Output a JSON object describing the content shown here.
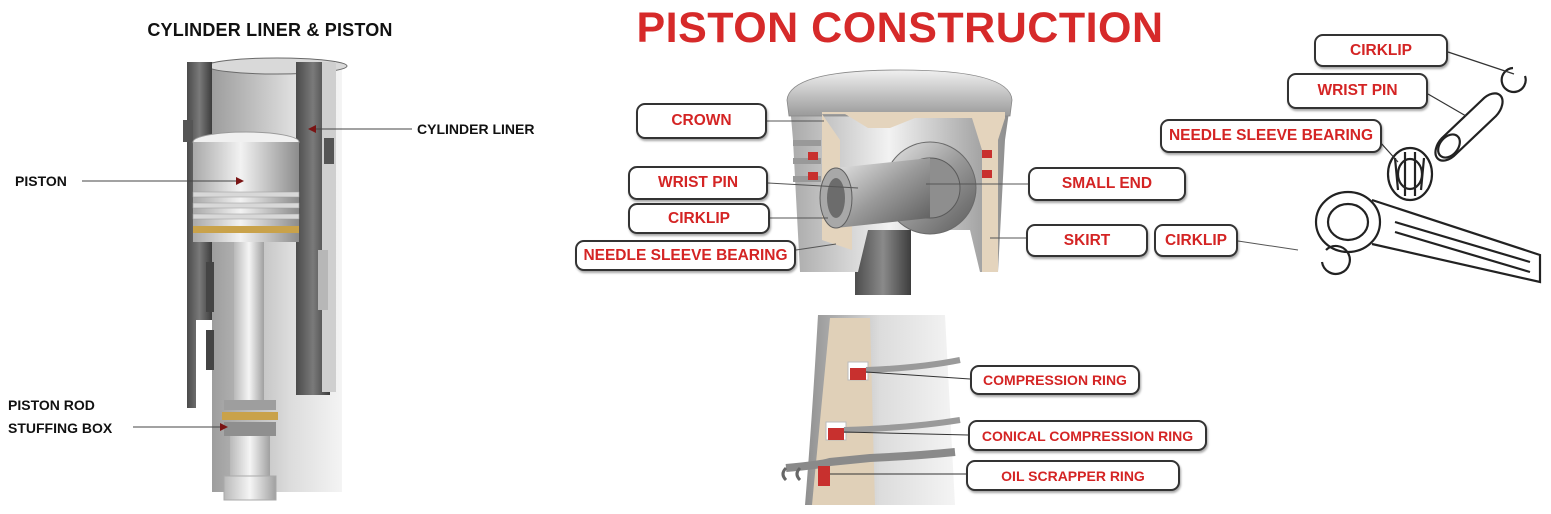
{
  "left_panel": {
    "title": "CYLINDER LINER & PISTON",
    "labels": {
      "cylinder_liner": "CYLINDER LINER",
      "piston": "PISTON",
      "piston_rod_line1": "PISTON ROD",
      "piston_rod_line2": "STUFFING BOX"
    }
  },
  "right_panel": {
    "title": "PISTON CONSTRUCTION",
    "cutaway_labels": {
      "crown": "CROWN",
      "wrist_pin": "WRIST PIN",
      "cirklip": "CIRKLIP",
      "needle_sleeve_bearing": "NEEDLE SLEEVE BEARING",
      "small_end": "SMALL END",
      "skirt": "SKIRT",
      "cirklip_right": "CIRKLIP"
    },
    "exploded_labels": {
      "cirklip": "CIRKLIP",
      "wrist_pin": "WRIST PIN",
      "needle_sleeve_bearing": "NEEDLE SLEEVE BEARING"
    },
    "ring_labels": {
      "compression_ring": "COMPRESSION RING",
      "conical_compression_ring": "CONICAL COMPRESSION RING",
      "oil_scrapper_ring": "OIL SCRAPPER RING"
    }
  },
  "colors": {
    "title_red": "#d62a2a",
    "label_red": "#d42424",
    "ring_red": "#c8302e",
    "ring_brass": "#c9a24a"
  }
}
